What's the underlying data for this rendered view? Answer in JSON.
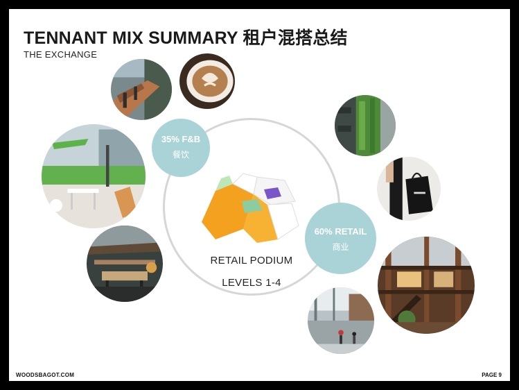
{
  "header": {
    "title": "TENNANT MIX SUMMARY 租户混搭总结",
    "subtitle": "THE EXCHANGE"
  },
  "center": {
    "line1": "RETAIL PODIUM",
    "line2": "LEVELS 1-4"
  },
  "fnb": {
    "percent": "35% F&B",
    "label_cn": "餐饮",
    "color": "#a9d3d7"
  },
  "retail": {
    "percent": "60% RETAIL",
    "label_cn": "商业",
    "color": "#a9d3d7"
  },
  "footer": {
    "website": "WOODSBAGOT.COM",
    "page": "PAGE 9"
  },
  "photos": [
    "rooftop-terrace-photo",
    "latte-photo",
    "cafe-interior-photo",
    "outdoor-dining-photo",
    "green-wall-photo",
    "shopping-bag-photo",
    "atrium-interior-photo",
    "mall-walkway-photo"
  ]
}
